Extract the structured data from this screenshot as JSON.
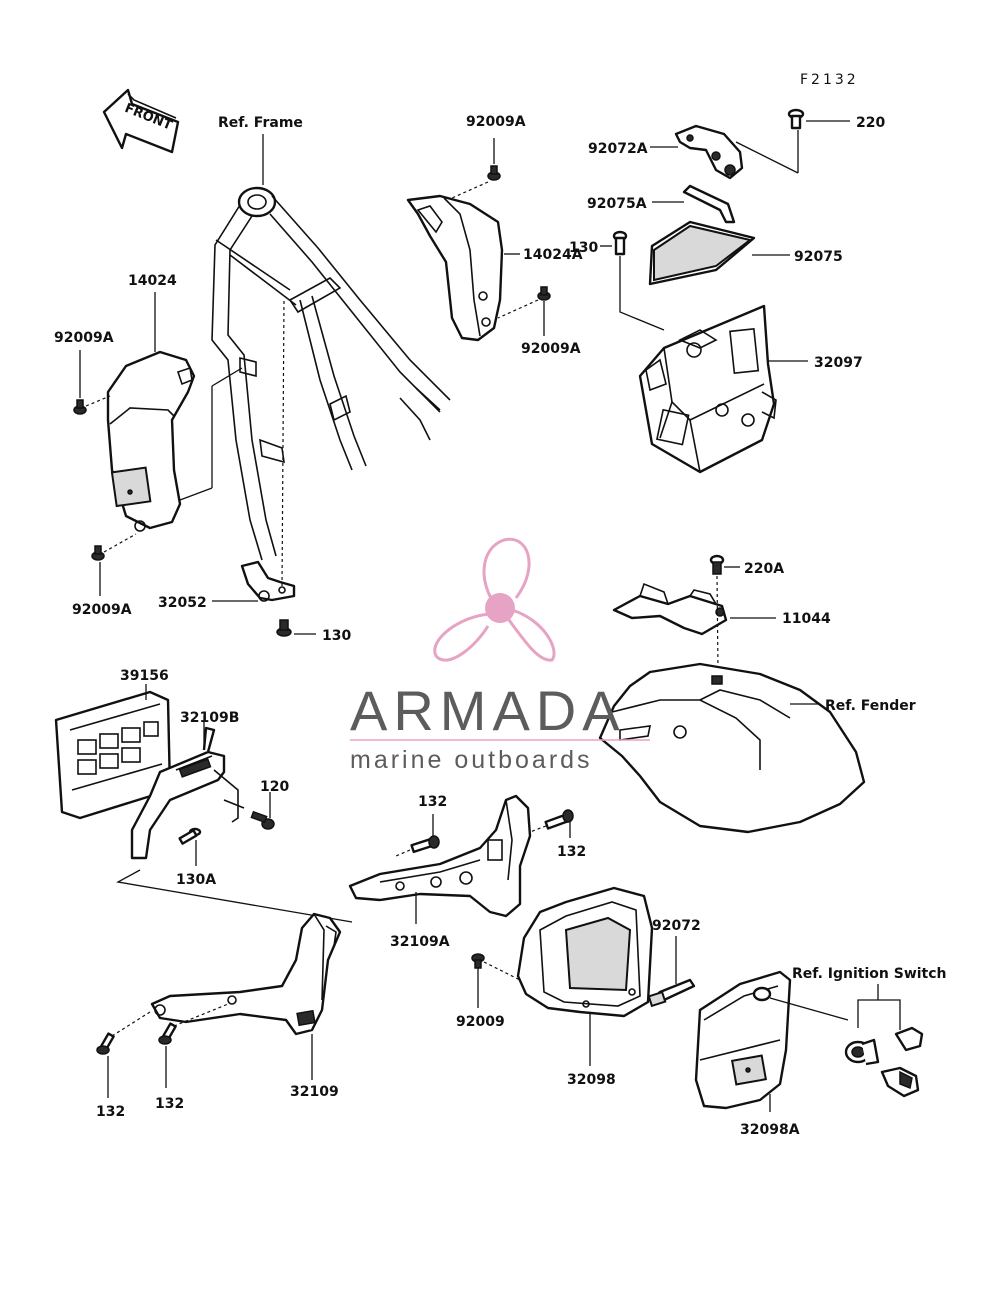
{
  "figure_code": "F2132",
  "front_label": "FRONT",
  "refs": {
    "frame": "Ref. Frame",
    "fender": "Ref. Fender",
    "ignition": "Ref. Ignition Switch"
  },
  "part_numbers": {
    "p220": "220",
    "p92072A": "92072A",
    "p92075A": "92075A",
    "p92075": "92075",
    "p130_battery": "130",
    "p32097": "32097",
    "p92009A_top": "92009A",
    "p14024A": "14024A",
    "p92009A_mid": "92009A",
    "p14024": "14024",
    "p92009A_left": "92009A",
    "p92009A_bottom": "92009A",
    "p32052": "32052",
    "p130_bracket": "130",
    "p220A": "220A",
    "p11044": "11044",
    "p39156": "39156",
    "p32109B": "32109B",
    "p120": "120",
    "p130A": "130A",
    "p132_center_left": "132",
    "p132_center_right": "132",
    "p32109A": "32109A",
    "p92072": "92072",
    "p92009": "92009",
    "p32098": "32098",
    "p32098A": "32098A",
    "p132_bottom_left": "132",
    "p132_bottom_mid": "132",
    "p32109": "32109"
  },
  "watermark": {
    "brand": "ARMADA",
    "tagline": "marine outboards",
    "brand_color": "#5c5c5c",
    "accent_color": "#e6a3c4"
  }
}
